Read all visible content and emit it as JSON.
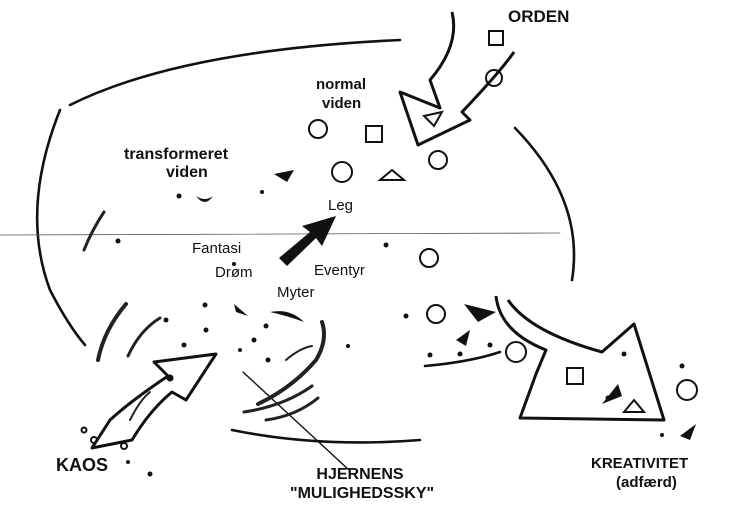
{
  "labels": {
    "orden": "ORDEN",
    "normal_viden_1": "normal",
    "normal_viden_2": "viden",
    "transformeret_1": "transformeret",
    "transformeret_2": "viden",
    "leg": "Leg",
    "fantasi": "Fantasi",
    "drom": "Drøm",
    "eventyr": "Eventyr",
    "myter": "Myter",
    "kaos": "KAOS",
    "hjernens_1": "HJERNENS",
    "hjernens_2": "\"MULIGHEDSSKY\"",
    "kreativitet_1": "KREATIVITET",
    "kreativitet_2": "(adfærd)"
  },
  "colors": {
    "ink": "#111111",
    "background": "#ffffff"
  },
  "icons": [
    "orden-arrow",
    "kaos-arrow",
    "kreativitet-arrow",
    "leg-arrow",
    "square",
    "circle",
    "triangle",
    "dot",
    "bird-shape",
    "chaos-scribble"
  ]
}
